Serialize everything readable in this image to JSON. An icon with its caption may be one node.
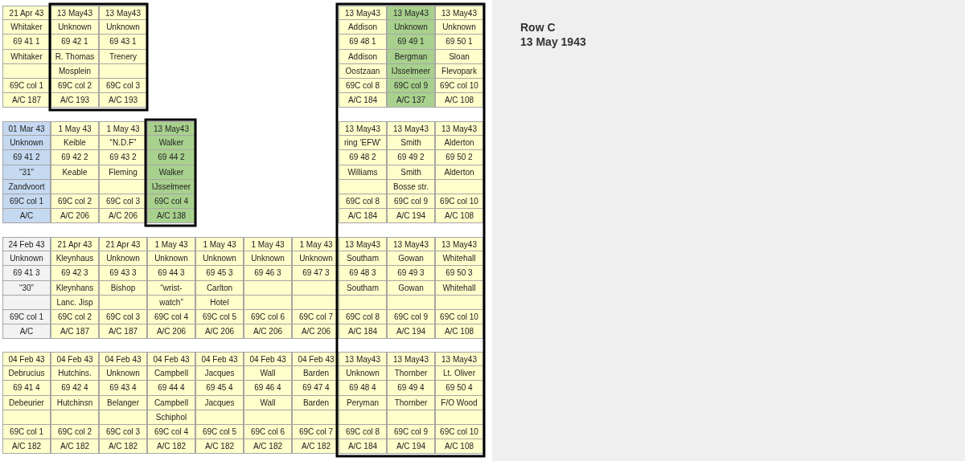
{
  "diagram": {
    "title": "Row C",
    "nodes": [
      {
        "text": [
          "21 Apr 43",
          "Whitaker",
          "69 41 1",
          "Whitaker",
          "69C col 1",
          "A/C 187"
        ]
      },
      {
        "text": [
          "13 May43",
          "Unknown",
          "69 42 1",
          "R. Thomas",
          "Mosplein",
          "69C col 2",
          "A/C 193"
        ]
      },
      {
        "text": [
          "13 May43",
          "Unknown",
          "69 43 1",
          "Trenery",
          "69C col 3",
          "A/C 193"
        ]
      },
      {
        "text": [
          "13 May43",
          "Addison",
          "69 48 1",
          "Addison",
          "Oostzaan",
          "69C col 8",
          "A/C 184"
        ]
      },
      {
        "text": [
          "13 May43",
          "Unknown",
          "69 49 1",
          "Bergman",
          "IJsselmeer",
          "69C col 9",
          "A/C 137"
        ]
      },
      {
        "text": [
          "13 May43",
          "Unknown",
          "69 50 1",
          "Sloan",
          "Flevopark",
          "69C col 10",
          "A/C 108"
        ]
      },
      {
        "text": [
          "01 Mar 43",
          "Unknown",
          "69 41 2",
          "“31”",
          "Zandvoort",
          "69C col 1",
          "A/C"
        ]
      },
      {
        "text": [
          "1 May 43",
          "Keible",
          "69 42 2",
          "Keable",
          "69C col 2",
          "A/C 206"
        ]
      },
      {
        "text": [
          "1 May 43",
          "“N.D.F”",
          "69 43 2",
          "Fleming",
          "69C col 3",
          "A/C 206"
        ]
      },
      {
        "text": [
          "13 May43",
          "Walker",
          "69 44 2",
          "Walker",
          "IJsselmeer",
          "69C col 4",
          "A/C 138"
        ]
      },
      {
        "text": [
          "13 May43",
          "ring ‘EFW’",
          "69 48 2",
          "Williams",
          "69C col 8",
          "A/C 184"
        ]
      },
      {
        "text": [
          "13 May43",
          "Smith",
          "69 49 2",
          "Smith",
          "Bosse str.",
          "69C col 9",
          "A/C 194"
        ]
      },
      {
        "text": [
          "13 May43",
          "Alderton",
          "69 50 2",
          "Alderton",
          "69C col 10",
          "A/C 108"
        ]
      },
      {
        "text": [
          "24 Feb 43",
          "Unknown",
          "69 41 3",
          "“30”",
          "69C col 1",
          "A/C"
        ]
      },
      {
        "text": [
          "21 Apr 43",
          "Kleynhaus",
          "69 42 3",
          "Kleynhans",
          "Lanc. Jisp",
          "69C col 2",
          "A/C 187"
        ]
      },
      {
        "text": [
          "21 Apr 43",
          "Unknown",
          "69 43 3",
          "Bishop",
          "69C col 3",
          "A/C 187"
        ]
      },
      {
        "text": [
          "1 May 43",
          "Unknown",
          "69 44 3",
          "“wrist-",
          "watch”",
          "69C col 4",
          "A/C 206"
        ]
      },
      {
        "text": [
          "1 May 43",
          "Unknown",
          "69 45 3",
          "Carlton",
          "Hotel",
          "69C col 5",
          "A/C 206"
        ]
      },
      {
        "text": [
          "1 May 43",
          "Unknown",
          "69 46 3",
          "69C col 6",
          "A/C 206"
        ]
      },
      {
        "text": [
          "1 May 43",
          "Unknown",
          "69 47 3",
          "69C col 7",
          "A/C 206"
        ]
      },
      {
        "text": [
          "13 May43",
          "Southam",
          "69 48 3",
          "Southam",
          "69C col 8",
          "A/C 184"
        ]
      },
      {
        "text": [
          "13 May43",
          "Gowan",
          "69 49 3",
          "Gowan",
          "69C col 9",
          "A/C 194"
        ]
      },
      {
        "text": [
          "13 May43",
          "Whitehall",
          "69 50 3",
          "Whitehall",
          "69C col 10",
          "A/C 108"
        ]
      },
      {
        "text": [
          "04 Feb 43",
          "Debrucius",
          "69 41 4",
          "Debeurier",
          "69C col 1",
          "A/C 182"
        ]
      },
      {
        "text": [
          "04 Feb 43",
          "Hutchins.",
          "69 42 4",
          "Hutchinsn",
          "69C col 2",
          "A/C 182"
        ]
      },
      {
        "text": [
          "04 Feb 43",
          "Unknown",
          "69 43 4",
          "Belanger",
          "69C col 3",
          "A/C 182"
        ]
      },
      {
        "text": [
          "04 Feb 43",
          "Campbell",
          "69 44 4",
          "Campbell",
          "Schiphol",
          "69C col 4",
          "A/C 182"
        ]
      },
      {
        "text": [
          "04 Feb 43",
          "Jacques",
          "69 45 4",
          "Jacques",
          "69C col 5",
          "A/C 182"
        ]
      },
      {
        "text": [
          "04 Feb 43",
          "Wall",
          "69 46 4",
          "Wall",
          "69C col 6",
          "A/C 182"
        ]
      },
      {
        "text": [
          "04 Feb 43",
          "Barden",
          "69 47 4",
          "Barden",
          "69C col 7",
          "A/C 182"
        ]
      },
      {
        "text": [
          "13 May43",
          "Unknown",
          "69 48 4",
          "Peryman",
          "69C col 8",
          "A/C 184"
        ]
      },
      {
        "text": [
          "13 May43",
          "Thornber",
          "69 49 4",
          "Thornber",
          "69C col 9",
          "A/C 194"
        ]
      },
      {
        "text": [
          "13 May43",
          "Lt. Oliver",
          "69 50 4",
          "F/O Wood",
          "69C col 10",
          "A/C 108"
        ]
      }
    ],
    "labels": [
      "13 May 1943"
    ]
  }
}
